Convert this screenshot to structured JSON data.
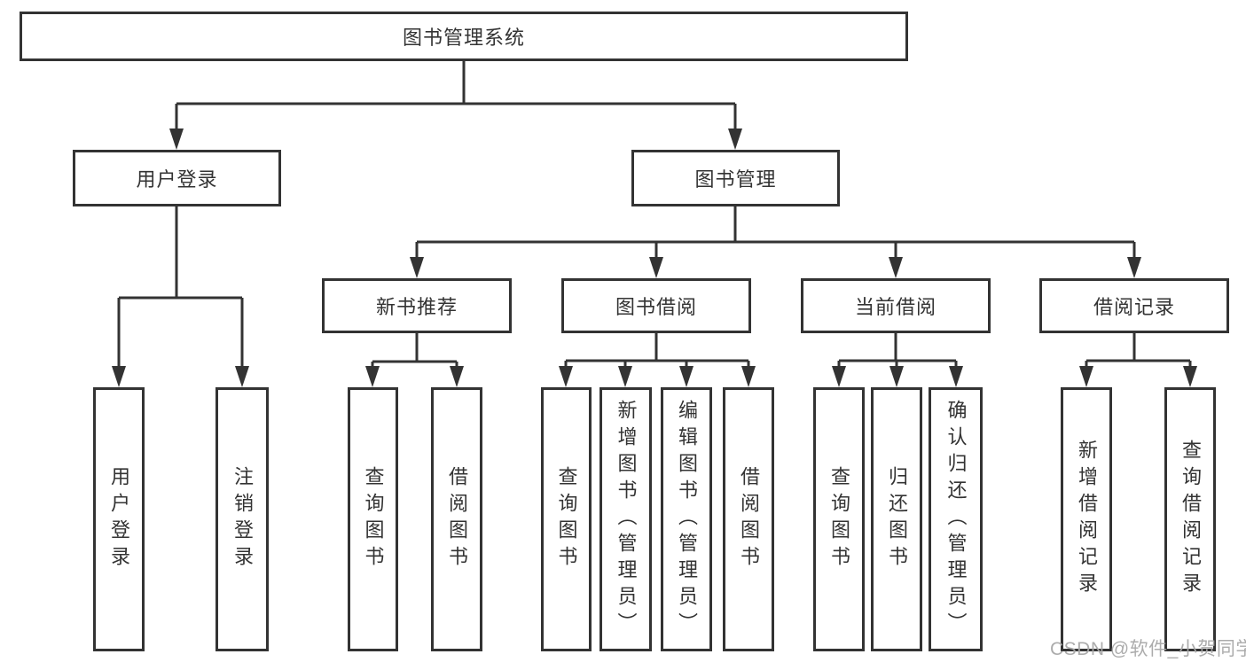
{
  "diagram": {
    "root_label": "图书管理系统",
    "level2": [
      {
        "id": "user-login",
        "label": "用户登录"
      },
      {
        "id": "book-management",
        "label": "图书管理"
      }
    ],
    "level3": [
      {
        "id": "new-book-recommend",
        "label": "新书推荐"
      },
      {
        "id": "book-borrow",
        "label": "图书借阅"
      },
      {
        "id": "current-borrow",
        "label": "当前借阅"
      },
      {
        "id": "borrow-records",
        "label": "借阅记录"
      }
    ],
    "leaves": [
      {
        "group": "user-login",
        "label": "用户登录"
      },
      {
        "group": "user-login",
        "label": "注销登录"
      },
      {
        "group": "new-book-recommend",
        "label": "查询图书"
      },
      {
        "group": "new-book-recommend",
        "label": "借阅图书"
      },
      {
        "group": "book-borrow",
        "label": "查询图书"
      },
      {
        "group": "book-borrow",
        "label": "新增图书（管理员）"
      },
      {
        "group": "book-borrow",
        "label": "编辑图书（管理员）"
      },
      {
        "group": "book-borrow",
        "label": "借阅图书"
      },
      {
        "group": "current-borrow",
        "label": "查询图书"
      },
      {
        "group": "current-borrow",
        "label": "归还图书"
      },
      {
        "group": "current-borrow",
        "label": "确认归还（管理员）"
      },
      {
        "group": "borrow-records",
        "label": "新增借阅记录"
      },
      {
        "group": "borrow-records",
        "label": "查询借阅记录"
      }
    ]
  },
  "watermark": {
    "text": "CSDN @软件_小贺同学"
  },
  "colors": {
    "line": "#333333",
    "text": "#333333",
    "box_background": "#ffffff",
    "watermark": "#a8a8a8",
    "background": "#ffffff"
  }
}
